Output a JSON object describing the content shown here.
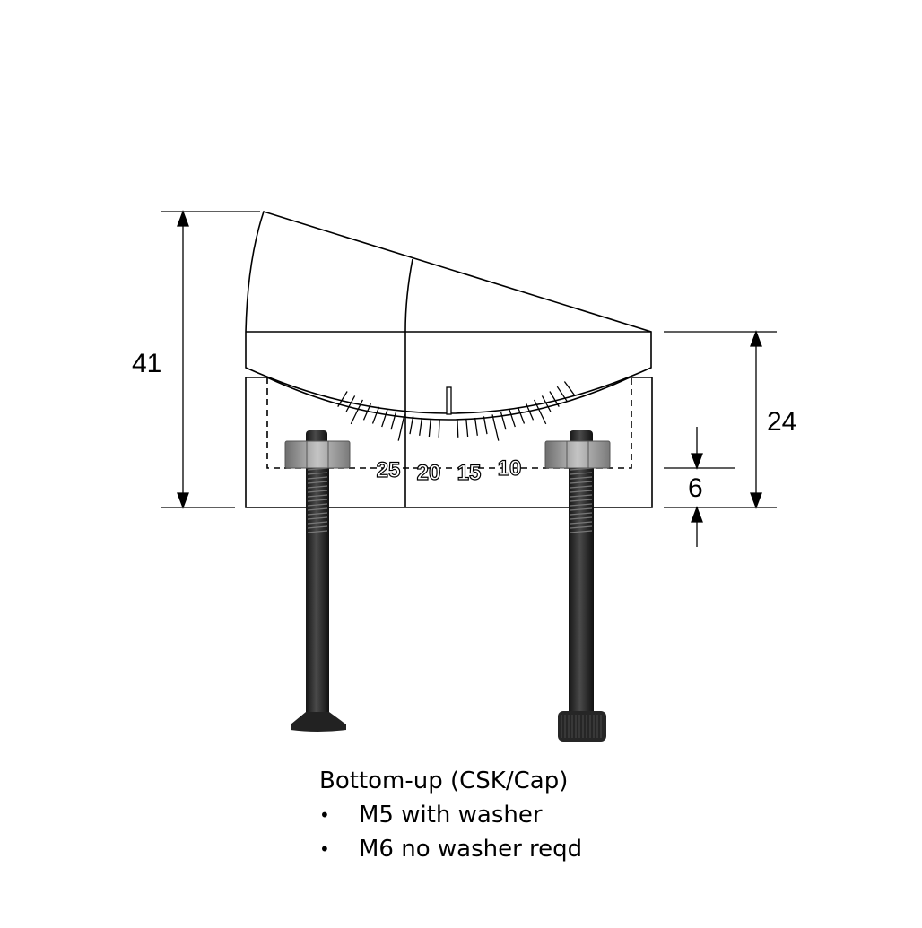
{
  "dimensions": {
    "overall_height": "41",
    "body_height": "24",
    "slot_depth": "6"
  },
  "scale": {
    "labels": [
      "25",
      "20",
      "15",
      "10"
    ]
  },
  "caption": {
    "title": "Bottom-up (CSK/Cap)",
    "items": [
      "M5 with washer",
      "M6 no washer reqd"
    ]
  },
  "fasteners": [
    {
      "head": "countersunk",
      "color": "#2b2b2b"
    },
    {
      "head": "socket cap",
      "color": "#2b2b2b"
    }
  ],
  "colors": {
    "line": "#000000",
    "nut": "#9a9a9a",
    "bolt": "#2b2b2b"
  }
}
